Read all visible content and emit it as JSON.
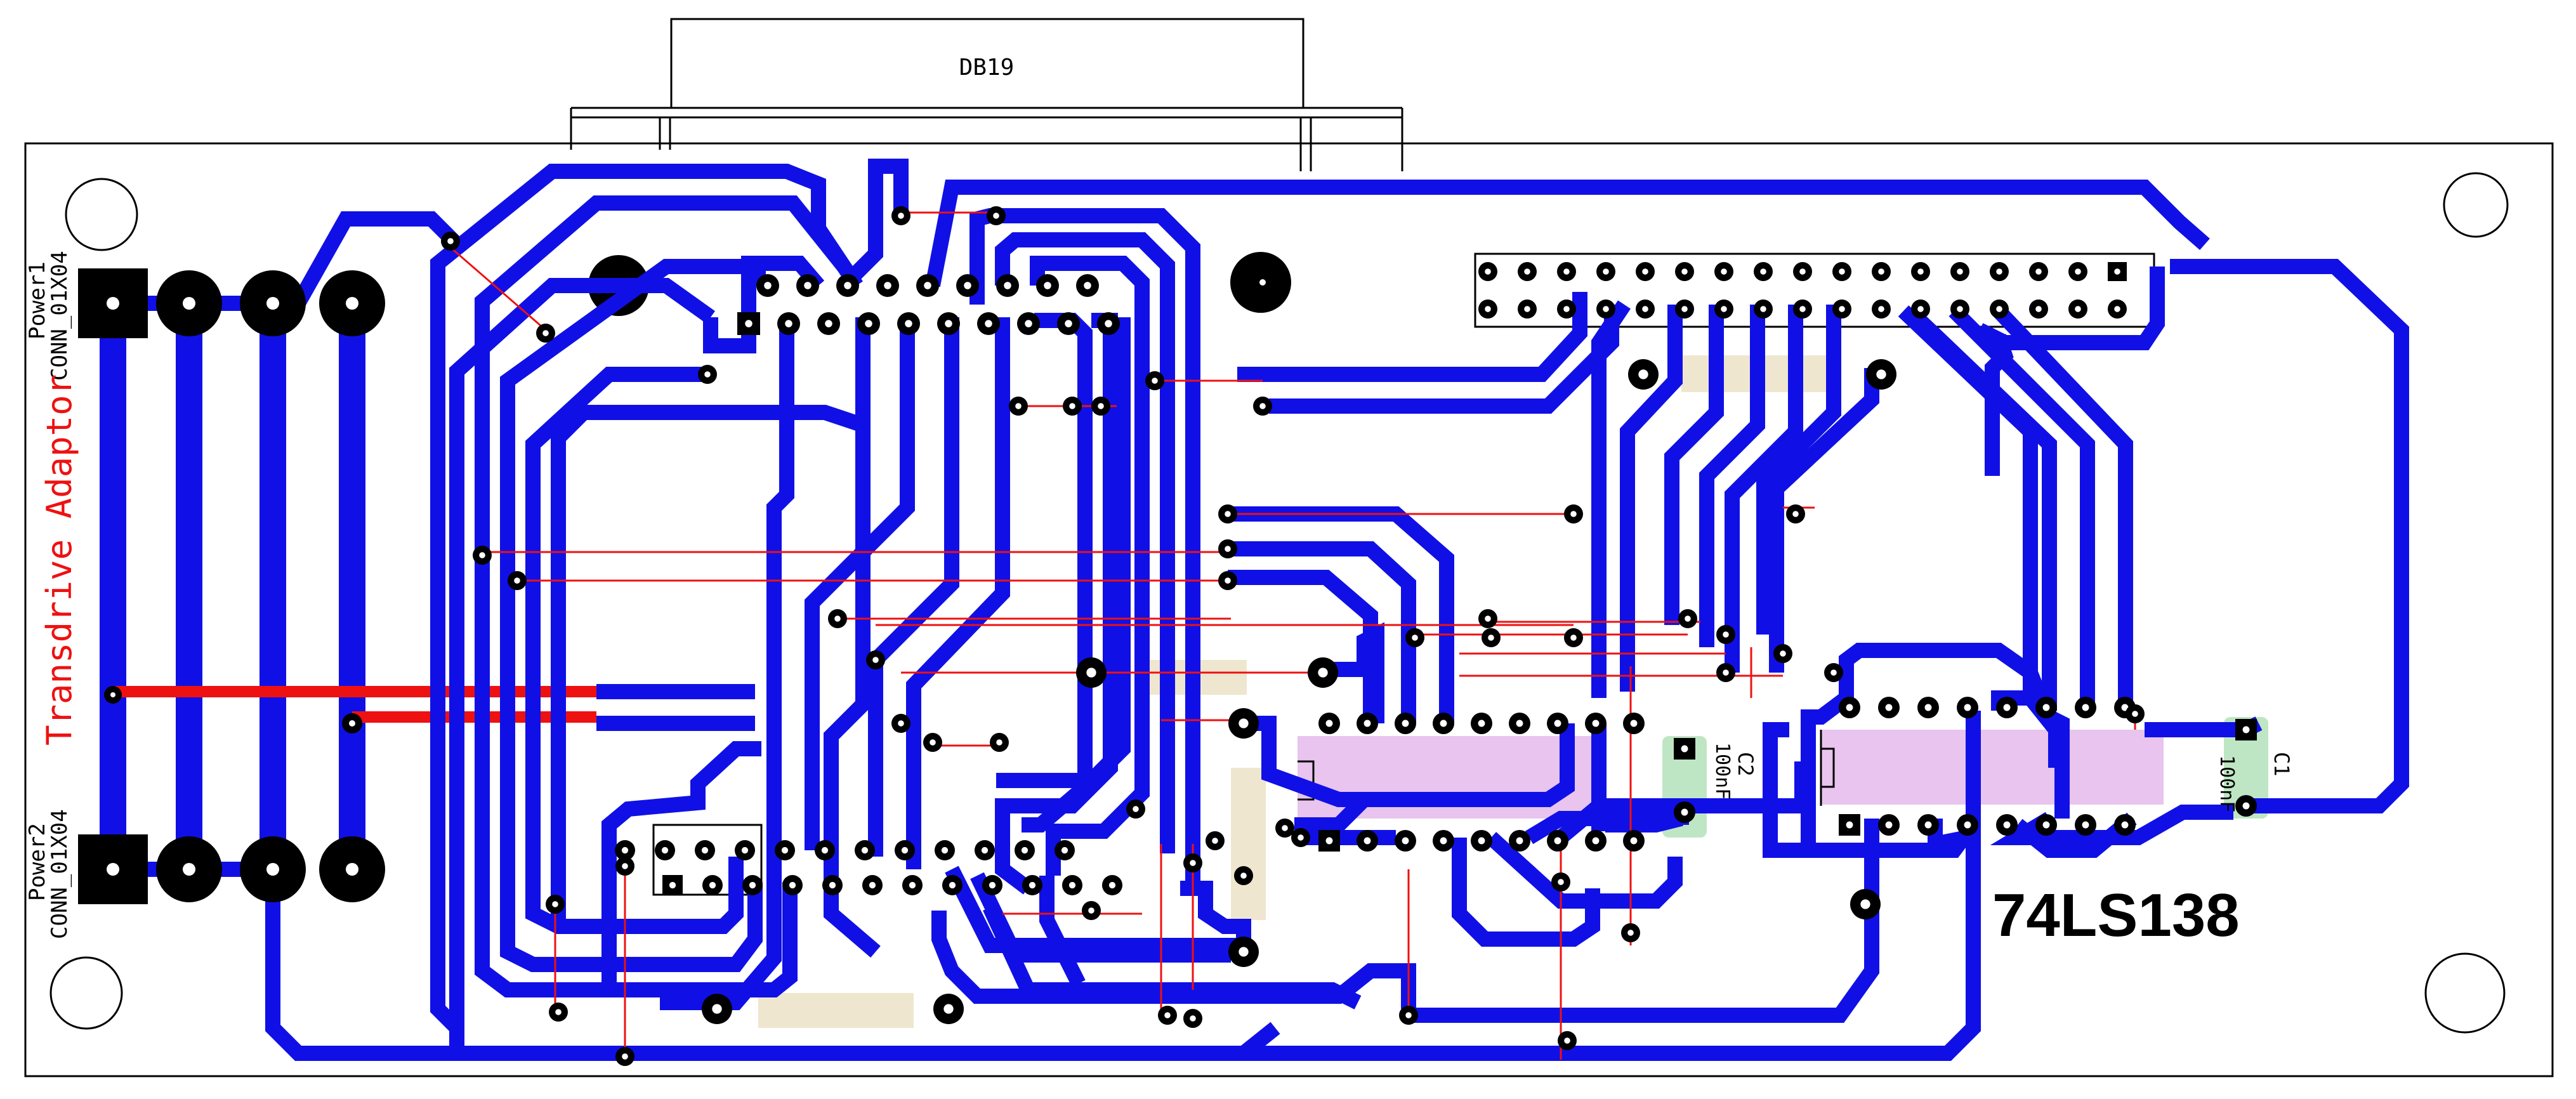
{
  "connector_label": "DB19",
  "power1": {
    "ref": "Power1",
    "value": "CONN_01X04"
  },
  "power2": {
    "ref": "Power2",
    "value": "CONN_01X04"
  },
  "board_title": "Transdrive Adaptor",
  "chip_label": "74LS138",
  "cap1": {
    "ref": "C1",
    "value": "100nF"
  },
  "cap2": {
    "ref": "C2",
    "value": "100nF"
  },
  "colors": {
    "copper_top": "#1010e6",
    "copper_bottom": "#ee1111",
    "courtyard_pink": "#e8c4ee",
    "courtyard_tan": "#efe6cf",
    "cap_green": "#bfe6c4"
  }
}
